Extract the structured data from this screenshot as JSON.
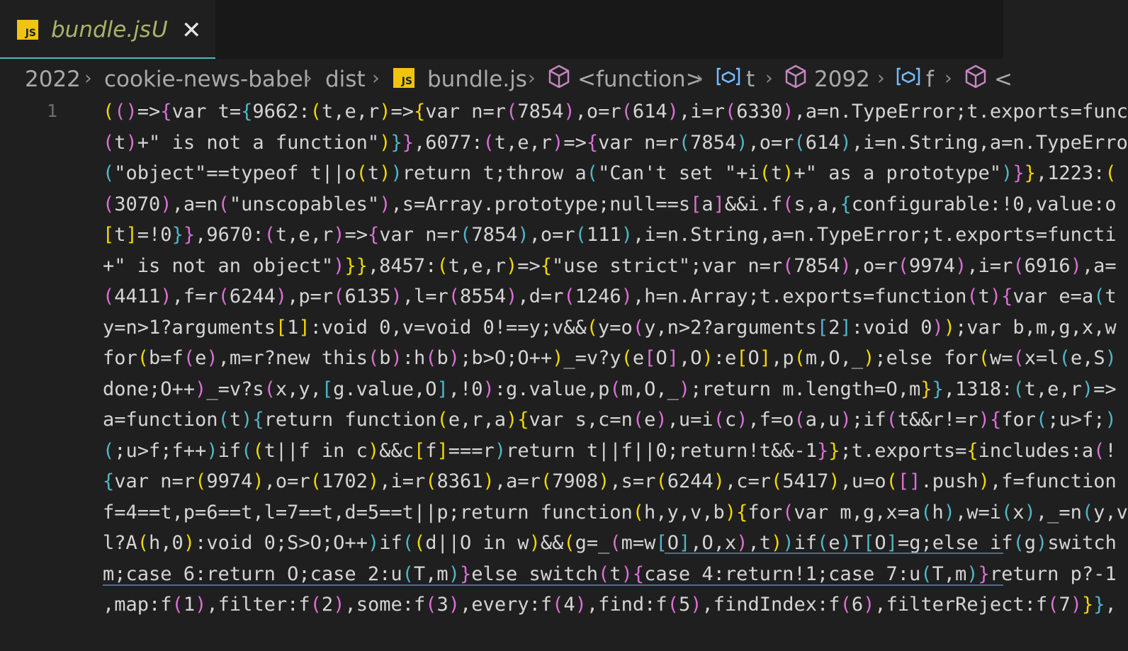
{
  "tab": {
    "icon_text": "JS",
    "title": "bundle.js",
    "status": "U",
    "close_glyph": "✕",
    "accent": "#4fb6c9"
  },
  "breadcrumb": {
    "items": [
      {
        "label": "2022",
        "kind": "folder"
      },
      {
        "label": "cookie-news-babel",
        "kind": "folder"
      },
      {
        "label": "dist",
        "kind": "folder"
      },
      {
        "label": "bundle.js",
        "kind": "file",
        "icon": "js-file-icon"
      },
      {
        "label": "<function>",
        "kind": "symbol",
        "icon": "cube-icon"
      },
      {
        "label": "t",
        "kind": "symbol",
        "icon": "variable-icon"
      },
      {
        "label": "2092",
        "kind": "symbol",
        "icon": "cube-icon"
      },
      {
        "label": "f",
        "kind": "symbol",
        "icon": "variable-icon"
      },
      {
        "label": "<",
        "kind": "symbol",
        "icon": "cube-icon"
      }
    ]
  },
  "editor": {
    "line_number": "1",
    "colors": {
      "bracket1": "#f1d700",
      "bracket2": "#da70d6",
      "bracket3": "#4fb6c9",
      "text": "#d4d4d4"
    },
    "lines": [
      "(()=>{var t={9662:(t,e,r)=>{var n=r(7854),o=r(614),i=r(6330),a=n.TypeError;t.exports=func",
      "(t)+\" is not a function\")}},6077:(t,e,r)=>{var n=r(7854),o=r(614),i=n.String,a=n.TypeErro",
      "(\"object\"==typeof t||o(t))return t;throw a(\"Can't set \"+i(t)+\" as a prototype\")}},1223:(",
      "(3070),a=n(\"unscopables\"),s=Array.prototype;null==s[a]&&i.f(s,a,{configurable:!0,value:o",
      "[t]=!0}},9670:(t,e,r)=>{var n=r(7854),o=r(111),i=n.String,a=n.TypeError;t.exports=functi",
      "+\" is not an object\")}},8457:(t,e,r)=>{\"use strict\";var n=r(7854),o=r(9974),i=r(6916),a=",
      "(4411),f=r(6244),p=r(6135),l=r(8554),d=r(1246),h=n.Array;t.exports=function(t){var e=a(t",
      "y=n>1?arguments[1]:void 0,v=void 0!==y;v&&(y=o(y,n>2?arguments[2]:void 0));var b,m,g,x,w",
      "for(b=f(e),m=r?new this(b):h(b);b>O;O++)_=v?y(e[O],O):e[O],p(m,O,_);else for(w=(x=l(e,S)",
      "done;O++)_=v?s(x,y,[g.value,O],!0):g.value,p(m,O,_);return m.length=O,m}},1318:(t,e,r)=>",
      "a=function(t){return function(e,r,a){var s,c=n(e),u=i(c),f=o(a,u);if(t&&r!=r){for(;u>f;)",
      "(;u>f;f++)if((t||f in c)&&c[f]===r)return t||f||0;return!t&&-1}};t.exports={includes:a(!",
      "{var n=r(9974),o=r(1702),i=r(8361),a=r(7908),s=r(6244),c=r(5417),u=o([].push),f=function",
      "f=4==t,p=6==t,l=7==t,d=5==t||p;return function(h,y,v,b){for(var m,g,x=a(h),w=i(x),_=n(y,v",
      "l?A(h,0):void 0;S>O;O++)if((d||O in w)&&(g=_(m=w[O],O,x),t))if(e)T[O]=g;else if(g)switch",
      "m;case 6:return O;case 2:u(T,m)}else switch(t){case 4:return!1;case 7:u(T,m)}return p?-1",
      ",map:f(1),filter:f(2),some:f(3),every:f(4),find:f(5),findIndex:f(6),filterReject:f(7)}},",
      ""
    ]
  }
}
